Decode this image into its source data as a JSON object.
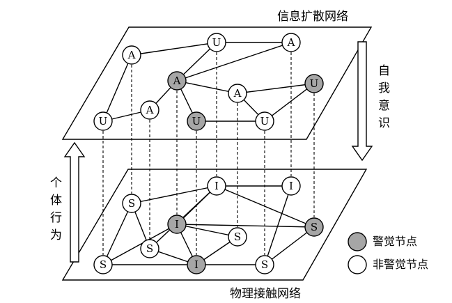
{
  "upper_plane": {
    "title": "信息扩散网络"
  },
  "lower_plane": {
    "title": "物理接触网络"
  },
  "right_arrow": {
    "label_chars": [
      "自",
      "我",
      "意",
      "识"
    ]
  },
  "left_arrow": {
    "label_chars": [
      "个",
      "体",
      "行",
      "为"
    ]
  },
  "legend": {
    "alert_label": "警觉节点",
    "non_alert_label": "非警觉节点",
    "alert_color": "#a6a6a6",
    "non_alert_color": "#ffffff"
  },
  "upper_nodes": [
    {
      "id": "uA1",
      "label": "A",
      "alert": false
    },
    {
      "id": "uU1",
      "label": "U",
      "alert": false
    },
    {
      "id": "uA2",
      "label": "A",
      "alert": false
    },
    {
      "id": "uA3",
      "label": "A",
      "alert": true
    },
    {
      "id": "uA4",
      "label": "A",
      "alert": false
    },
    {
      "id": "uU2",
      "label": "U",
      "alert": true
    },
    {
      "id": "uU3",
      "label": "U",
      "alert": false
    },
    {
      "id": "uA5",
      "label": "A",
      "alert": false
    },
    {
      "id": "uU4",
      "label": "U",
      "alert": true
    },
    {
      "id": "uU5",
      "label": "U",
      "alert": false
    }
  ],
  "lower_nodes": [
    {
      "id": "lI1",
      "label": "I",
      "alert": false
    },
    {
      "id": "lI2",
      "label": "I",
      "alert": false
    },
    {
      "id": "lS1",
      "label": "S",
      "alert": false
    },
    {
      "id": "lI3",
      "label": "I",
      "alert": true
    },
    {
      "id": "lS2",
      "label": "S",
      "alert": false
    },
    {
      "id": "lS3",
      "label": "S",
      "alert": true
    },
    {
      "id": "lS4",
      "label": "S",
      "alert": false
    },
    {
      "id": "lS5",
      "label": "S",
      "alert": false
    },
    {
      "id": "lI4",
      "label": "I",
      "alert": true
    },
    {
      "id": "lS6",
      "label": "S",
      "alert": false
    }
  ]
}
